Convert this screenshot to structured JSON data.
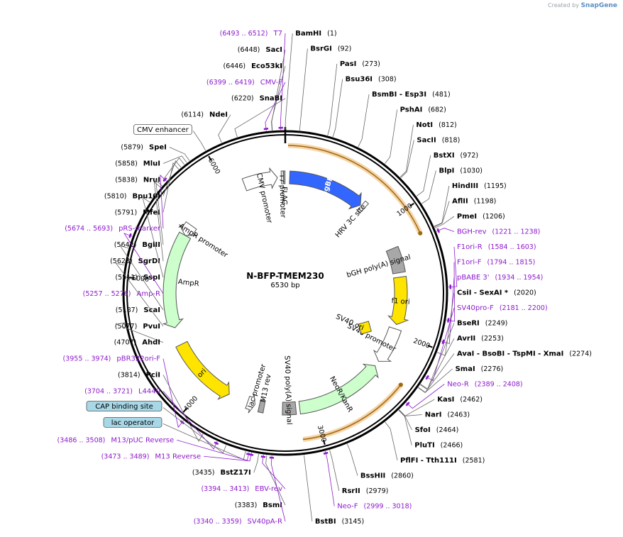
{
  "title": "N-BFP-TMEM230",
  "length_label": "6530 bp",
  "total_bp": 6530,
  "credit": {
    "prefix": "Created by",
    "brand": "SnapGene"
  },
  "colors": {
    "site": "#000000",
    "primer": "#8c1acc",
    "backbone": "#000000",
    "promoter": "#ffffff",
    "tagbfp": "#3366ff",
    "ori": "#ffe400",
    "ampr": "#ccffcc",
    "neo": "#ccffcc",
    "polyA": "#a8a8a8",
    "orf": "#f0b060",
    "arrow": "#44aa22"
  },
  "tick_labels": [
    {
      "label": "1000",
      "bp": 1000
    },
    {
      "label": "2000",
      "bp": 2000
    },
    {
      "label": "3000",
      "bp": 3000
    },
    {
      "label": "4000",
      "bp": 4000
    },
    {
      "label": "5000",
      "bp": 5000
    },
    {
      "label": "6000",
      "bp": 6000
    }
  ],
  "labels": [
    {
      "kind": "primer",
      "name": "T7",
      "pos": "(6493 .. 6512)",
      "bp": 6502,
      "side": "L"
    },
    {
      "kind": "site",
      "name": "BamHI",
      "pos": "(1)",
      "bp": 1,
      "side": "R"
    },
    {
      "kind": "site",
      "name": "BsrGI",
      "pos": "(92)",
      "bp": 92,
      "side": "R"
    },
    {
      "kind": "site",
      "name": "SacI",
      "pos": "(6448)",
      "bp": 6448,
      "side": "L"
    },
    {
      "kind": "site",
      "name": "PasI",
      "pos": "(273)",
      "bp": 273,
      "side": "R"
    },
    {
      "kind": "site",
      "name": "Eco53kI",
      "pos": "(6446)",
      "bp": 6446,
      "side": "L"
    },
    {
      "kind": "site",
      "name": "Bsu36I",
      "pos": "(308)",
      "bp": 308,
      "side": "R"
    },
    {
      "kind": "primer",
      "name": "CMV-F",
      "pos": "(6399 .. 6419)",
      "bp": 6409,
      "side": "L"
    },
    {
      "kind": "site",
      "name": "BsmBI - Esp3I",
      "pos": "(481)",
      "bp": 481,
      "side": "R"
    },
    {
      "kind": "site",
      "name": "SnaBI",
      "pos": "(6220)",
      "bp": 6220,
      "side": "L"
    },
    {
      "kind": "site",
      "name": "NdeI",
      "pos": "(6114)",
      "bp": 6114,
      "side": "L"
    },
    {
      "kind": "feature",
      "name": "CMV enhancer",
      "pos": "",
      "bp": 6000,
      "side": "L"
    },
    {
      "kind": "site",
      "name": "PshAI",
      "pos": "(682)",
      "bp": 682,
      "side": "R"
    },
    {
      "kind": "site",
      "name": "SpeI",
      "pos": "(5879)",
      "bp": 5879,
      "side": "L"
    },
    {
      "kind": "site",
      "name": "MluI",
      "pos": "(5858)",
      "bp": 5858,
      "side": "L"
    },
    {
      "kind": "site",
      "name": "NotI",
      "pos": "(812)",
      "bp": 812,
      "side": "R"
    },
    {
      "kind": "site",
      "name": "NruI",
      "pos": "(5838)",
      "bp": 5838,
      "side": "L"
    },
    {
      "kind": "site",
      "name": "SacII",
      "pos": "(818)",
      "bp": 818,
      "side": "R"
    },
    {
      "kind": "site",
      "name": "Bpu10I",
      "pos": "(5810)",
      "bp": 5810,
      "side": "L"
    },
    {
      "kind": "site",
      "name": "MfeI",
      "pos": "(5791)",
      "bp": 5791,
      "side": "L"
    },
    {
      "kind": "site",
      "name": "BstXI",
      "pos": "(972)",
      "bp": 972,
      "side": "R"
    },
    {
      "kind": "primer",
      "name": "pRS-marker",
      "pos": "(5674 .. 5693)",
      "bp": 5683,
      "side": "L"
    },
    {
      "kind": "site",
      "name": "BlpI",
      "pos": "(1030)",
      "bp": 1030,
      "side": "R"
    },
    {
      "kind": "site",
      "name": "BglII",
      "pos": "(5642)",
      "bp": 5642,
      "side": "L"
    },
    {
      "kind": "site",
      "name": "SgrDI",
      "pos": "(5628)",
      "bp": 5628,
      "side": "L"
    },
    {
      "kind": "site",
      "name": "HindIII",
      "pos": "(1195)",
      "bp": 1195,
      "side": "R"
    },
    {
      "kind": "site",
      "name": "AflII",
      "pos": "(1198)",
      "bp": 1198,
      "side": "R"
    },
    {
      "kind": "site",
      "name": "SspI",
      "pos": "(5511)",
      "bp": 5511,
      "side": "L"
    },
    {
      "kind": "site",
      "name": "PmeI",
      "pos": "(1206)",
      "bp": 1206,
      "side": "R"
    },
    {
      "kind": "primer",
      "name": "Amp-R",
      "pos": "(5257 .. 5276)",
      "bp": 5266,
      "side": "L"
    },
    {
      "kind": "primer",
      "name": "BGH-rev",
      "pos": "(1221 .. 1238)",
      "bp": 1230,
      "side": "R"
    },
    {
      "kind": "site",
      "name": "ScaI",
      "pos": "(5187)",
      "bp": 5187,
      "side": "L"
    },
    {
      "kind": "site",
      "name": "PvuI",
      "pos": "(5077)",
      "bp": 5077,
      "side": "L"
    },
    {
      "kind": "primer",
      "name": "F1ori-R",
      "pos": "(1584 .. 1603)",
      "bp": 1594,
      "side": "R"
    },
    {
      "kind": "primer",
      "name": "F1ori-F",
      "pos": "(1794 .. 1815)",
      "bp": 1805,
      "side": "R"
    },
    {
      "kind": "site",
      "name": "AhdI",
      "pos": "(4707)",
      "bp": 4707,
      "side": "L"
    },
    {
      "kind": "primer",
      "name": "pBABE 3'",
      "pos": "(1934 .. 1954)",
      "bp": 1944,
      "side": "R"
    },
    {
      "kind": "site",
      "name": "CsiI - SexAI *",
      "pos": "(2020)",
      "bp": 2020,
      "side": "R"
    },
    {
      "kind": "primer",
      "name": "SV40pro-F",
      "pos": "(2181 .. 2200)",
      "bp": 2190,
      "side": "R"
    },
    {
      "kind": "site",
      "name": "BseRI",
      "pos": "(2249)",
      "bp": 2249,
      "side": "R"
    },
    {
      "kind": "site",
      "name": "AvrII",
      "pos": "(2253)",
      "bp": 2253,
      "side": "R"
    },
    {
      "kind": "site",
      "name": "AvaI - BsoBI - TspMI - XmaI",
      "pos": "(2274)",
      "bp": 2274,
      "side": "R"
    },
    {
      "kind": "site",
      "name": "SmaI",
      "pos": "(2276)",
      "bp": 2276,
      "side": "R"
    },
    {
      "kind": "primer",
      "name": "pBR322ori-F",
      "pos": "(3955 .. 3974)",
      "bp": 3964,
      "side": "L"
    },
    {
      "kind": "site",
      "name": "PciI",
      "pos": "(3814)",
      "bp": 3814,
      "side": "L"
    },
    {
      "kind": "primer",
      "name": "Neo-R",
      "pos": "(2389 .. 2408)",
      "bp": 2398,
      "side": "R"
    },
    {
      "kind": "primer",
      "name": "L4440",
      "pos": "(3704 .. 3721)",
      "bp": 3712,
      "side": "L"
    },
    {
      "kind": "site",
      "name": "KasI",
      "pos": "(2462)",
      "bp": 2462,
      "side": "R"
    },
    {
      "kind": "feature",
      "name": "CAP binding site",
      "pos": "",
      "bp": 3650,
      "side": "L"
    },
    {
      "kind": "site",
      "name": "NarI",
      "pos": "(2463)",
      "bp": 2463,
      "side": "R"
    },
    {
      "kind": "site",
      "name": "SfoI",
      "pos": "(2464)",
      "bp": 2464,
      "side": "R"
    },
    {
      "kind": "primer",
      "name": "M13/pUC Reverse",
      "pos": "(3486 .. 3508)",
      "bp": 3497,
      "side": "L"
    },
    {
      "kind": "site",
      "name": "PluTI",
      "pos": "(2466)",
      "bp": 2466,
      "side": "R"
    },
    {
      "kind": "feature",
      "name": "lac operator",
      "pos": "",
      "bp": 3520,
      "side": "L"
    },
    {
      "kind": "site",
      "name": "PflFI - Tth111I",
      "pos": "(2581)",
      "bp": 2581,
      "side": "R"
    },
    {
      "kind": "primer",
      "name": "M13 Reverse",
      "pos": "(3473 .. 3489)",
      "bp": 3481,
      "side": "L"
    },
    {
      "kind": "site",
      "name": "BssHII",
      "pos": "(2860)",
      "bp": 2860,
      "side": "R"
    },
    {
      "kind": "site",
      "name": "BstZ17I",
      "pos": "(3435)",
      "bp": 3435,
      "side": "L"
    },
    {
      "kind": "site",
      "name": "RsrII",
      "pos": "(2979)",
      "bp": 2979,
      "side": "R"
    },
    {
      "kind": "primer",
      "name": "EBV-rev",
      "pos": "(3394 .. 3413)",
      "bp": 3404,
      "side": "L"
    },
    {
      "kind": "primer",
      "name": "Neo-F",
      "pos": "(2999 .. 3018)",
      "bp": 3008,
      "side": "R"
    },
    {
      "kind": "site",
      "name": "BsmI",
      "pos": "(3383)",
      "bp": 3383,
      "side": "L"
    },
    {
      "kind": "site",
      "name": "BstBI",
      "pos": "(3145)",
      "bp": 3145,
      "side": "R"
    },
    {
      "kind": "primer",
      "name": "SV40pA-R",
      "pos": "(3340 .. 3359)",
      "bp": 3350,
      "side": "L"
    }
  ],
  "features": [
    {
      "name": "TagBFP",
      "type": "tagbfp",
      "start": 40,
      "end": 735,
      "dir": 1,
      "r": 163,
      "label_inside": true
    },
    {
      "name": "HRV 3C site",
      "type": "promoter",
      "start": 745,
      "end": 780,
      "dir": 1,
      "r": 163,
      "label_inside": false
    },
    {
      "name": "bGH poly(A) signal",
      "type": "polyA",
      "start": 1225,
      "end": 1450,
      "dir": 0,
      "r": 163,
      "label_inside": false
    },
    {
      "name": "f1 ori",
      "type": "ori",
      "start": 1490,
      "end": 1920,
      "dir": 1,
      "r": 163,
      "label_inside": true
    },
    {
      "name": "SV40 promoter",
      "type": "promoter",
      "start": 1960,
      "end": 2290,
      "dir": 1,
      "r": 163,
      "label_inside": false
    },
    {
      "name": "NeoR/KanR",
      "type": "neo",
      "start": 2340,
      "end": 3135,
      "dir": -1,
      "r": 163,
      "label_inside": true
    },
    {
      "name": "SV40 poly(A) signal",
      "type": "polyA",
      "start": 3170,
      "end": 3290,
      "dir": 0,
      "r": 163,
      "label_inside": false
    },
    {
      "name": "M13 rev",
      "type": "polyA",
      "start": 3455,
      "end": 3500,
      "dir": 0,
      "r": 163,
      "label_inside": false
    },
    {
      "name": "lac promoter",
      "type": "promoter",
      "start": 3540,
      "end": 3610,
      "dir": -1,
      "r": 163,
      "label_inside": false
    },
    {
      "name": "ori",
      "type": "ori",
      "start": 3790,
      "end": 4420,
      "dir": -1,
      "r": 163,
      "label_inside": true
    },
    {
      "name": "AmpR",
      "type": "ampr",
      "start": 4580,
      "end": 5440,
      "dir": -1,
      "r": 163,
      "label_inside": false
    },
    {
      "name": "AmpR promoter",
      "type": "promoter",
      "start": 5440,
      "end": 5545,
      "dir": -1,
      "r": 163,
      "label_inside": false
    },
    {
      "name": "CMV promoter",
      "type": "promoter",
      "start": 6155,
      "end": 6460,
      "dir": 1,
      "r": 163,
      "label_inside": false
    },
    {
      "name": "T7 promoter",
      "type": "promoter",
      "start": 6495,
      "end": 6512,
      "dir": 1,
      "r": 163,
      "label_inside": false
    },
    {
      "name": "FLAG",
      "type": "promoter",
      "start": 6518,
      "end": 6528,
      "dir": 1,
      "r": 163,
      "label_inside": false
    },
    {
      "name": "SV40 ori",
      "type": "ori",
      "start": 2010,
      "end": 2130,
      "dir": 0,
      "r": 122,
      "label_inside": false
    }
  ],
  "orfs": [
    {
      "start": 20,
      "end": 1200,
      "dir": 1
    },
    {
      "start": 2330,
      "end": 3140,
      "dir": -1
    }
  ]
}
